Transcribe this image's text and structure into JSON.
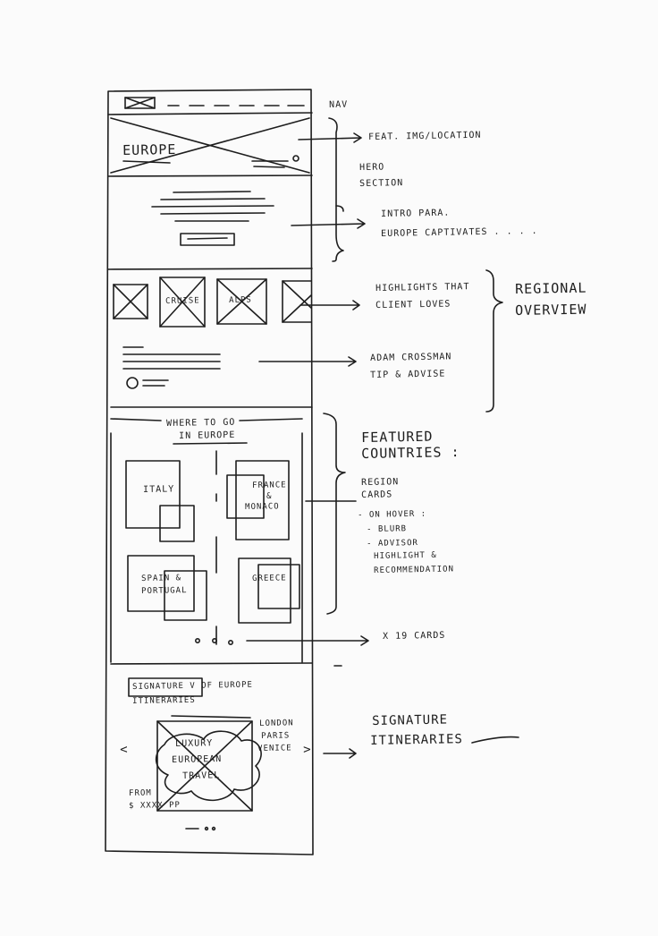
{
  "wireframe": {
    "hero_label": "EUROPE",
    "tile_cruise": "CRUISE",
    "tile_alps": "ALPS",
    "where_to_go": [
      "WHERE TO GO",
      "IN EUROPE"
    ],
    "countries": {
      "italy": "ITALY",
      "france": [
        "FRANCE",
        "&",
        "MONACO"
      ],
      "spain": [
        "SPAIN &",
        "PORTUGAL"
      ],
      "greece": "GREECE"
    },
    "signature_title": [
      "SIGNATURE V OF EUROPE",
      "ITINERARIES"
    ],
    "carousel_prev": "<",
    "carousel_next": ">",
    "luxury_card": [
      "LUXURY",
      "EUROPEAN",
      "TRAVEL"
    ],
    "cities": [
      "LONDON",
      "PARIS",
      "VENICE"
    ],
    "price": [
      "FROM",
      "$ XXXX PP"
    ]
  },
  "annotations": {
    "nav": "NAV",
    "feat_img": "FEAT. IMG/LOCATION",
    "hero_section": [
      "HERO",
      "SECTION"
    ],
    "intro_para": [
      "INTRO PARA.",
      "EUROPE CAPTIVATES . . . ."
    ],
    "highlights": [
      "HIGHLIGHTS THAT",
      "CLIENT LOVES"
    ],
    "regional_overview": [
      "REGIONAL",
      "OVERVIEW"
    ],
    "advisor_tip": [
      "ADAM CROSSMAN",
      "TIP & ADVISE"
    ],
    "featured_countries": [
      "FEATURED",
      "COUNTRIES :"
    ],
    "region_cards": [
      "REGION",
      "CARDS"
    ],
    "on_hover": "- ON HOVER :",
    "hover_items": [
      "- BLURB",
      "- ADVISOR",
      "HIGHLIGHT &",
      "RECOMMENDATION"
    ],
    "card_count": "X 19 CARDS",
    "signature_itineraries": [
      "SIGNATURE",
      "ITINERARIES"
    ]
  }
}
